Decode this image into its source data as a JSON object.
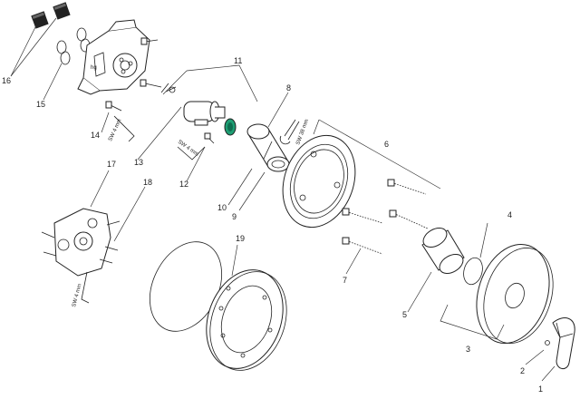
{
  "labels": {
    "l1": "1",
    "l2": "2",
    "l3": "3",
    "l4": "4",
    "l5": "5",
    "l6": "6",
    "l7": "7",
    "l8": "8",
    "l9": "9",
    "l10": "10",
    "l11": "11",
    "l12": "12",
    "l13": "13",
    "l14": "14",
    "l15": "15",
    "l16": "16",
    "l17": "17",
    "l18": "18",
    "l19": "19"
  },
  "tool_labels": {
    "sw4_a": "SW 4 mm",
    "sw4_b": "SW 4 mm",
    "sw4_c": "SW 4 mm",
    "sw38": "SW 38 mm"
  },
  "colors": {
    "accent_green": "#1e9e73",
    "line": "#222222"
  }
}
